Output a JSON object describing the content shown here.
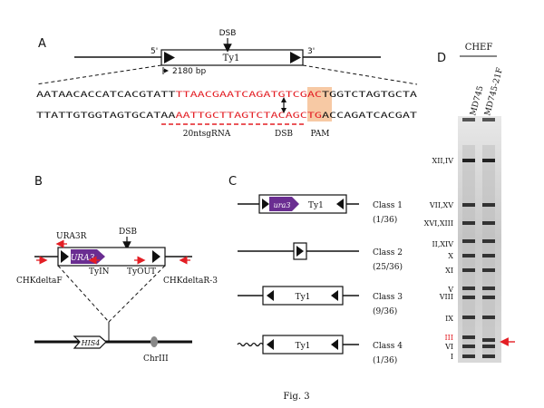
{
  "panel_a": {
    "letter": "A",
    "dsb": "DSB",
    "five_prime": "5'",
    "three_prime": "3'",
    "element": "Ty1",
    "distance": "2180 bp",
    "seq_top_pre": "AATAACACCATCACGTATT",
    "seq_top_red": "TTAACGAATCAGATGTCGAC",
    "seq_top_pam": "TGG",
    "seq_top_post": "TCTAGTGCTA",
    "seq_bot_pre": "TTATTGTGGTAGTGCATAA",
    "seq_bot_red": "AATTGCTTAGTCTACAGCTG",
    "seq_bot_pam": "ACC",
    "seq_bot_post": "AGATCACGAT",
    "label_sgrna": "20ntsgRNA",
    "label_dsb": "DSB",
    "label_pam": "PAM"
  },
  "panel_b": {
    "letter": "B",
    "ura3r": "URA3R",
    "dsb": "DSB",
    "gene": "URA3",
    "chk_f": "CHKdeltaF",
    "tyin": "TyIN",
    "tyout": "TyOUT",
    "chk_r": "CHKdeltaR-3",
    "locus": "HIS4",
    "chromosome": "ChrIII"
  },
  "panel_c": {
    "letter": "C",
    "classes": [
      {
        "label": "Class 1",
        "count": "(1/36)",
        "gene": "ura3",
        "element": "Ty1"
      },
      {
        "label": "Class 2",
        "count": "(25/36)"
      },
      {
        "label": "Class 3",
        "count": "(9/36)",
        "element": "Ty1"
      },
      {
        "label": "Class 4",
        "count": "(1/36)",
        "element": "Ty1"
      }
    ]
  },
  "panel_d": {
    "letter": "D",
    "method": "CHEF",
    "lanes": [
      "MD745",
      "MD745-21F"
    ],
    "bands": [
      "XII,IV",
      "VII,XV",
      "XVI,XIII",
      "II,XIV",
      "X",
      "XI",
      "V",
      "VIII",
      "IX",
      "III",
      "VI",
      "I"
    ]
  },
  "colors": {
    "accent_red": "#e31e24",
    "ura3_purple": "#6a2d91",
    "pam_orange": "#f7c9a4"
  },
  "caption": "Fig. 3"
}
